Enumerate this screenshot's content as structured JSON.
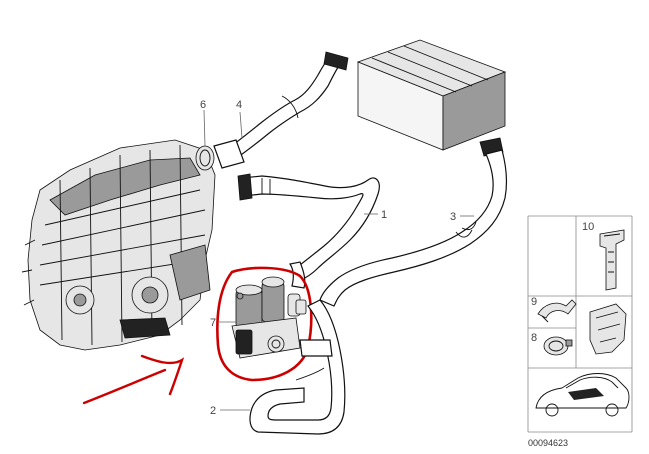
{
  "callouts": {
    "c1": "1",
    "c2": "2",
    "c3": "3",
    "c4": "4",
    "c6": "6",
    "c7": "7",
    "c8": "8",
    "c9": "9",
    "c10": "10"
  },
  "diagram_id": "00094623",
  "colors": {
    "highlight_circle": "#cc0000",
    "arrow": "#cc0000",
    "line": "#111111",
    "panel_border": "#888888"
  }
}
